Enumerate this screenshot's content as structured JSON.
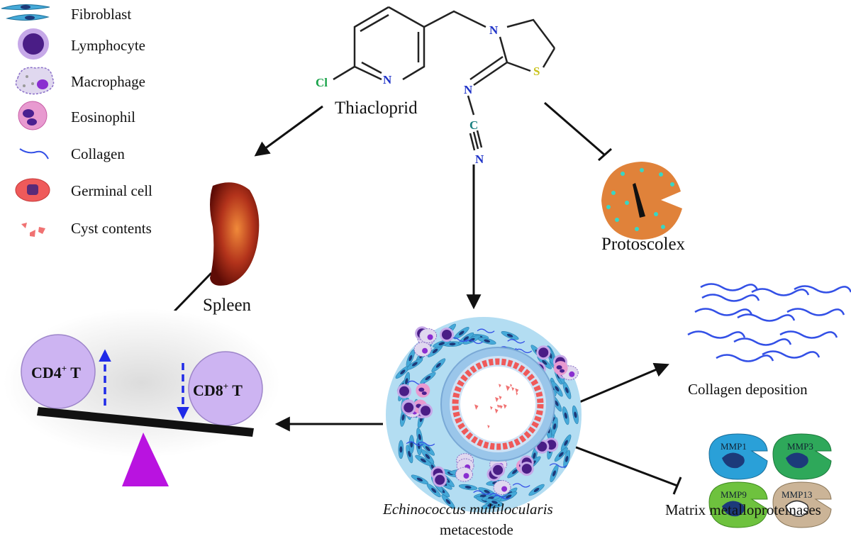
{
  "colors": {
    "arrow": "#111111",
    "chlorine": "#1aa34a",
    "nitrogen": "#1f33c8",
    "sulfur": "#c9c21a",
    "carbon": "#1a8080",
    "fibroblast": "#45a9d8",
    "lymphocyte": "#4a1d86",
    "lymphocyte_halo": "#c6a8e8",
    "macrophage": "#e0d8ef",
    "eosinophil": "#c85fa6",
    "collagen": "#3350e6",
    "germinal": "#ef5a5a",
    "cyst": "#f07272",
    "protoscolex": "#e0823a",
    "protoscolex_dots": "#38d6c4",
    "spleen": "#8b1a0e",
    "tcell": "#cdb4f2",
    "fulcrum": "#b913e0",
    "updown_arrow": "#1f2ae8",
    "mmp1": "#2aa0d8",
    "mmp3": "#2ea85a",
    "mmp9": "#6ec23e",
    "mmp13": "#cbb497"
  },
  "legend": [
    {
      "icon": "fibroblast-icon",
      "label": "Fibroblast"
    },
    {
      "icon": "lymphocyte-icon",
      "label": "Lymphocyte"
    },
    {
      "icon": "macrophage-icon",
      "label": "Macrophage"
    },
    {
      "icon": "eosinophil-icon",
      "label": "Eosinophil"
    },
    {
      "icon": "collagen-icon",
      "label": "Collagen"
    },
    {
      "icon": "germinal-cell-icon",
      "label": "Germinal cell"
    },
    {
      "icon": "cyst-contents-icon",
      "label": "Cyst contents"
    }
  ],
  "molecule": {
    "name": "Thiacloprid",
    "atoms": {
      "cl": "Cl",
      "n_ring": "N",
      "n_thiazolidine": "N",
      "s": "S",
      "n_imine": "N",
      "c": "C",
      "n_nitrile": "N"
    }
  },
  "labels": {
    "spleen": "Spleen",
    "protoscolex": "Protoscolex",
    "cd4": {
      "main": "CD4",
      "sup": "+",
      "suffix": " T"
    },
    "cd8": {
      "main": "CD8",
      "sup": "+",
      "suffix": " T"
    },
    "metacestode_species": "Echinococcus multilocularis",
    "metacestode": "metacestode",
    "collagen_deposition": "Collagen deposition",
    "mmp_title": "Matrix metalloproteinases"
  },
  "mmps": [
    "MMP1",
    "MMP3",
    "MMP9",
    "MMP13"
  ]
}
